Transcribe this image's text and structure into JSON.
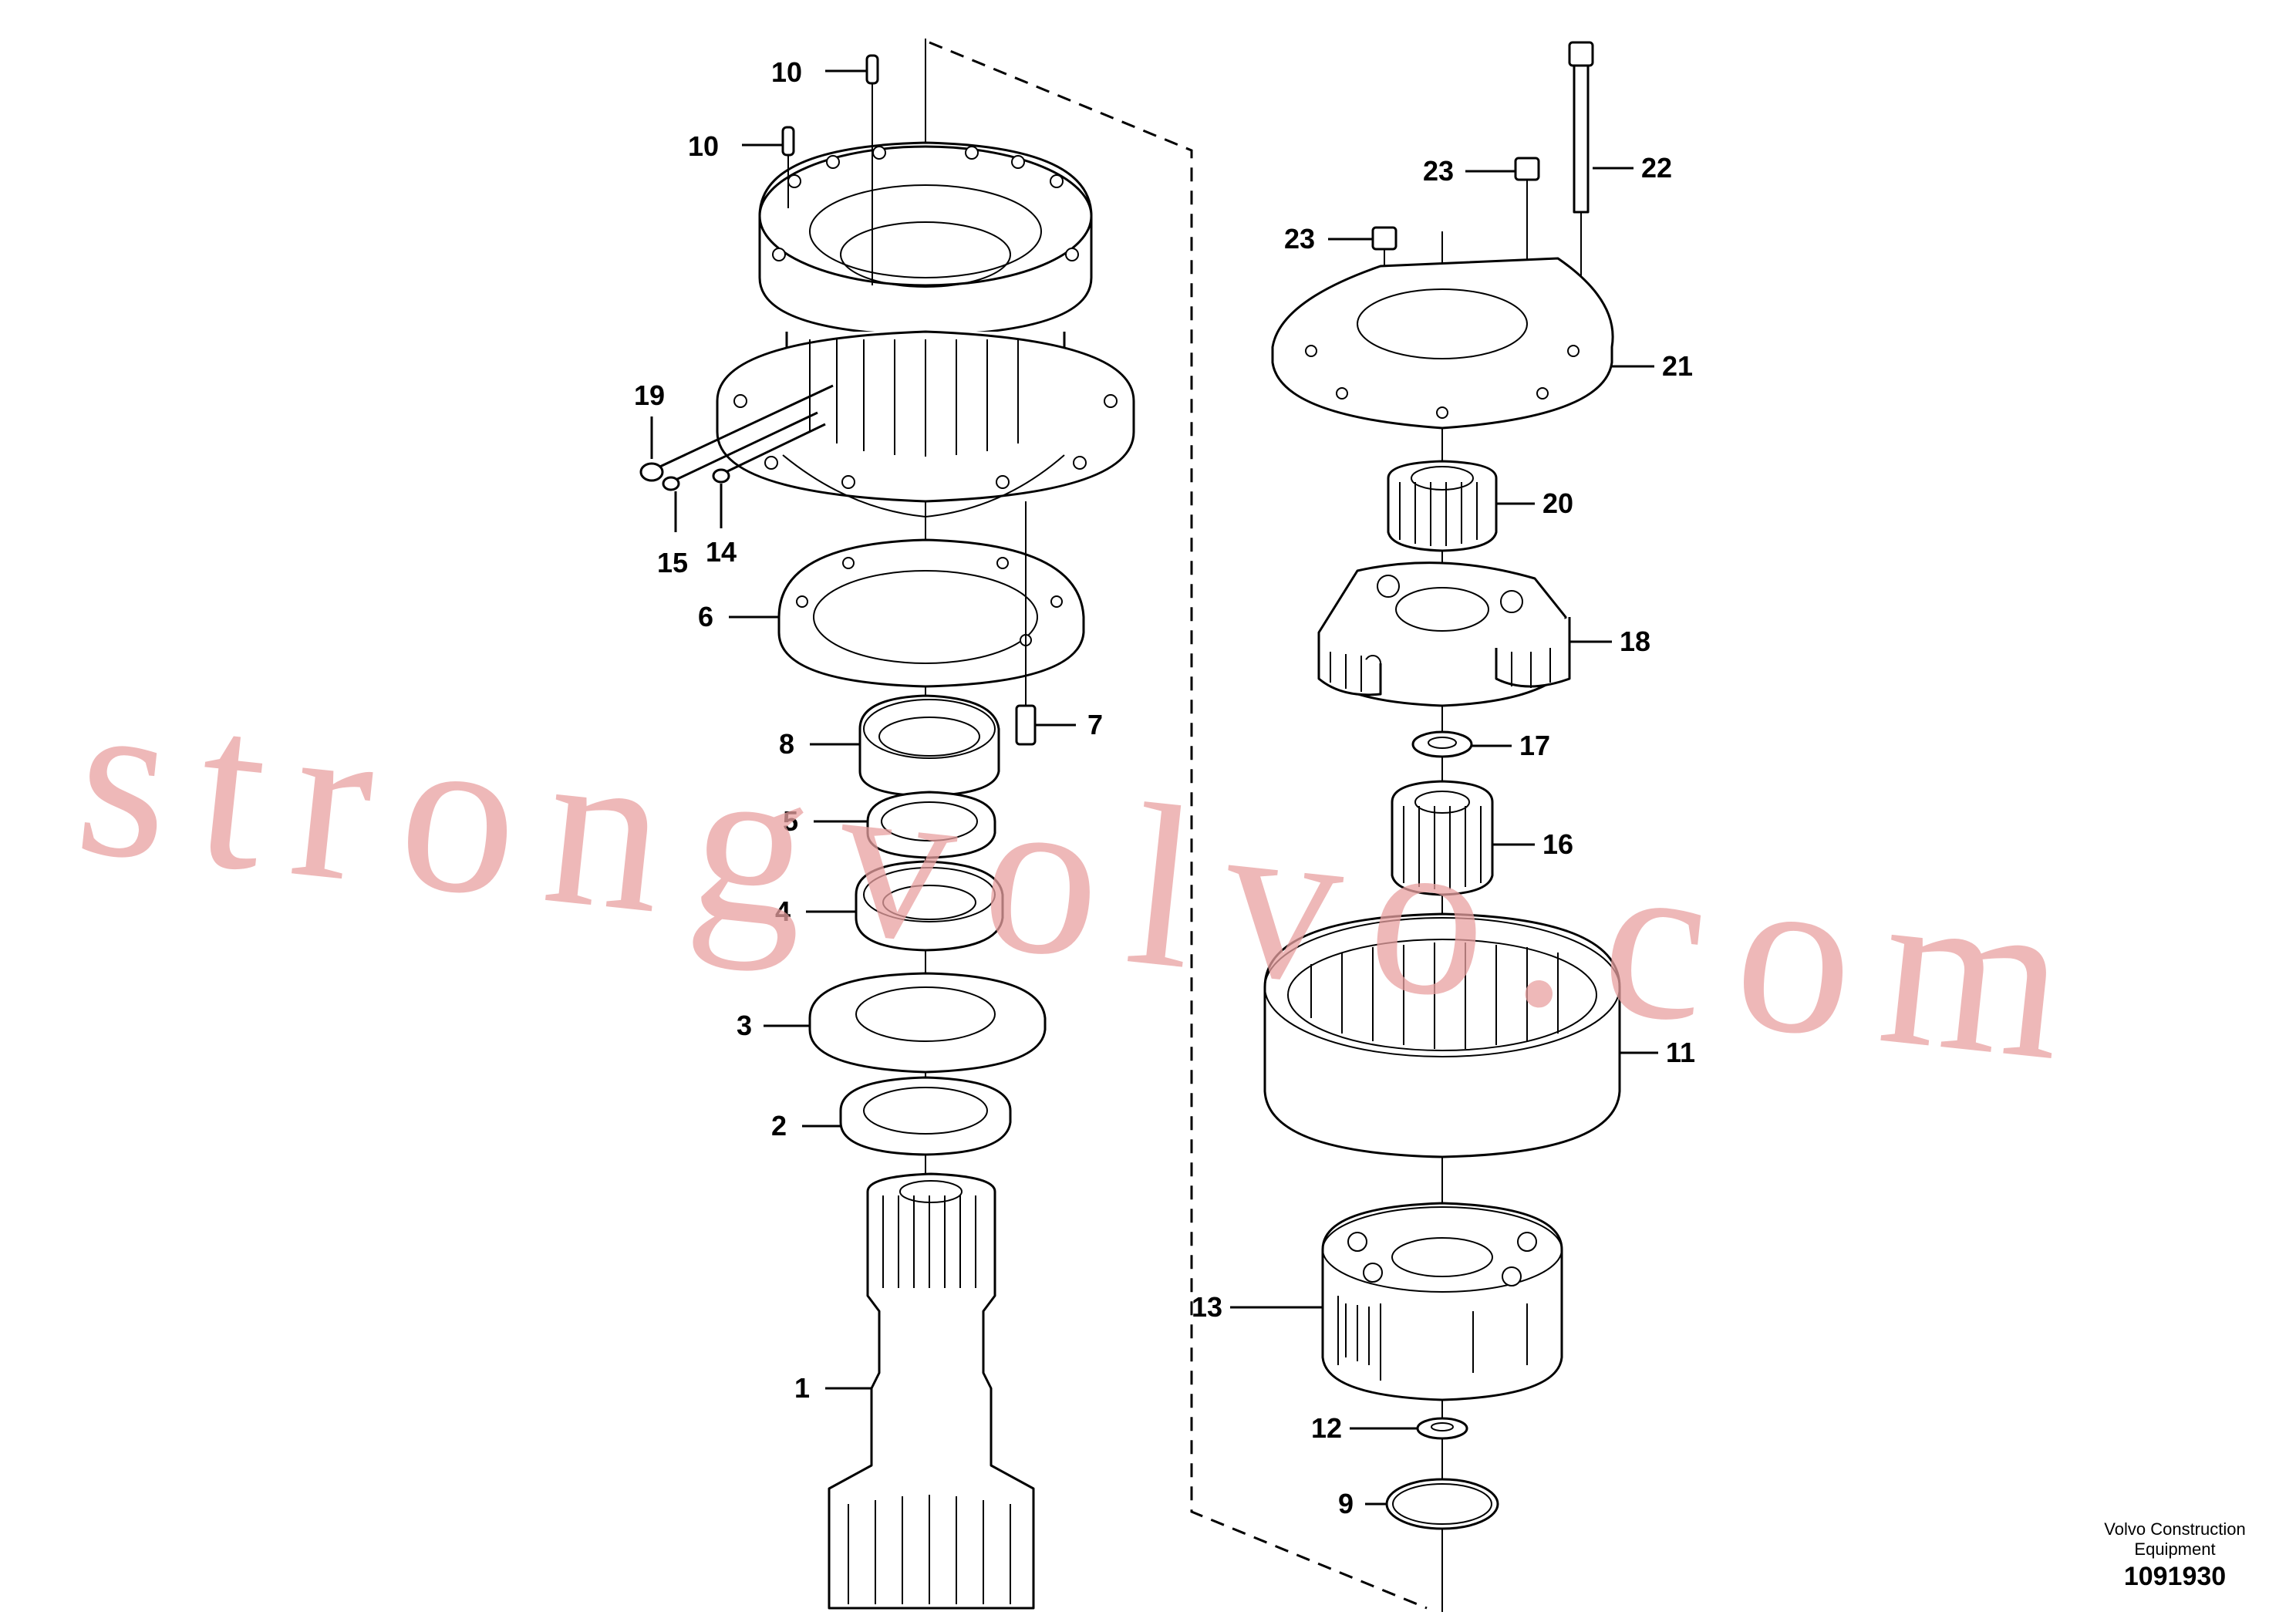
{
  "callouts": {
    "c1": "1",
    "c2": "2",
    "c3": "3",
    "c4": "4",
    "c5": "5",
    "c6": "6",
    "c7": "7",
    "c8": "8",
    "c9": "9",
    "c10a": "10",
    "c10b": "10",
    "c11": "11",
    "c12": "12",
    "c13": "13",
    "c14": "14",
    "c15": "15",
    "c16": "16",
    "c17": "17",
    "c18": "18",
    "c19": "19",
    "c20": "20",
    "c21": "21",
    "c22": "22",
    "c23a": "23",
    "c23b": "23"
  },
  "watermark": "strongvolvo.com",
  "credit": {
    "company_line1": "Volvo Construction",
    "company_line2": "Equipment",
    "number": "1091930"
  },
  "colors": {
    "line": "#000000",
    "watermark": "#e8a0a0",
    "background": "#ffffff"
  }
}
